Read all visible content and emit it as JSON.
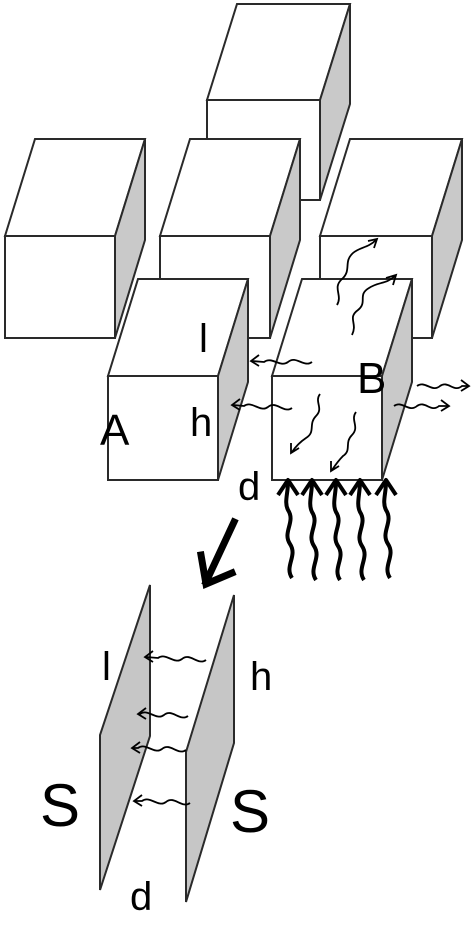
{
  "labels": {
    "cube_a": "A",
    "cube_b": "B",
    "layer_l_top": "l",
    "layer_h_top": "h",
    "distance_d_top": "d",
    "layer_l_bottom": "l",
    "layer_h_bottom": "h",
    "surface_left": "S",
    "surface_right": "S",
    "distance_d_bottom": "d"
  },
  "colors": {
    "stroke": "#2a2a2a",
    "face_front": "#ffffff",
    "face_top": "#ffffff",
    "face_side": "#c9c9c9",
    "plate": "#c6c6c6",
    "text": "#000000"
  },
  "icons": {
    "big_arrow": "arrow-down-left-icon",
    "wavy_arrow": "wavy-arrow-icon"
  }
}
